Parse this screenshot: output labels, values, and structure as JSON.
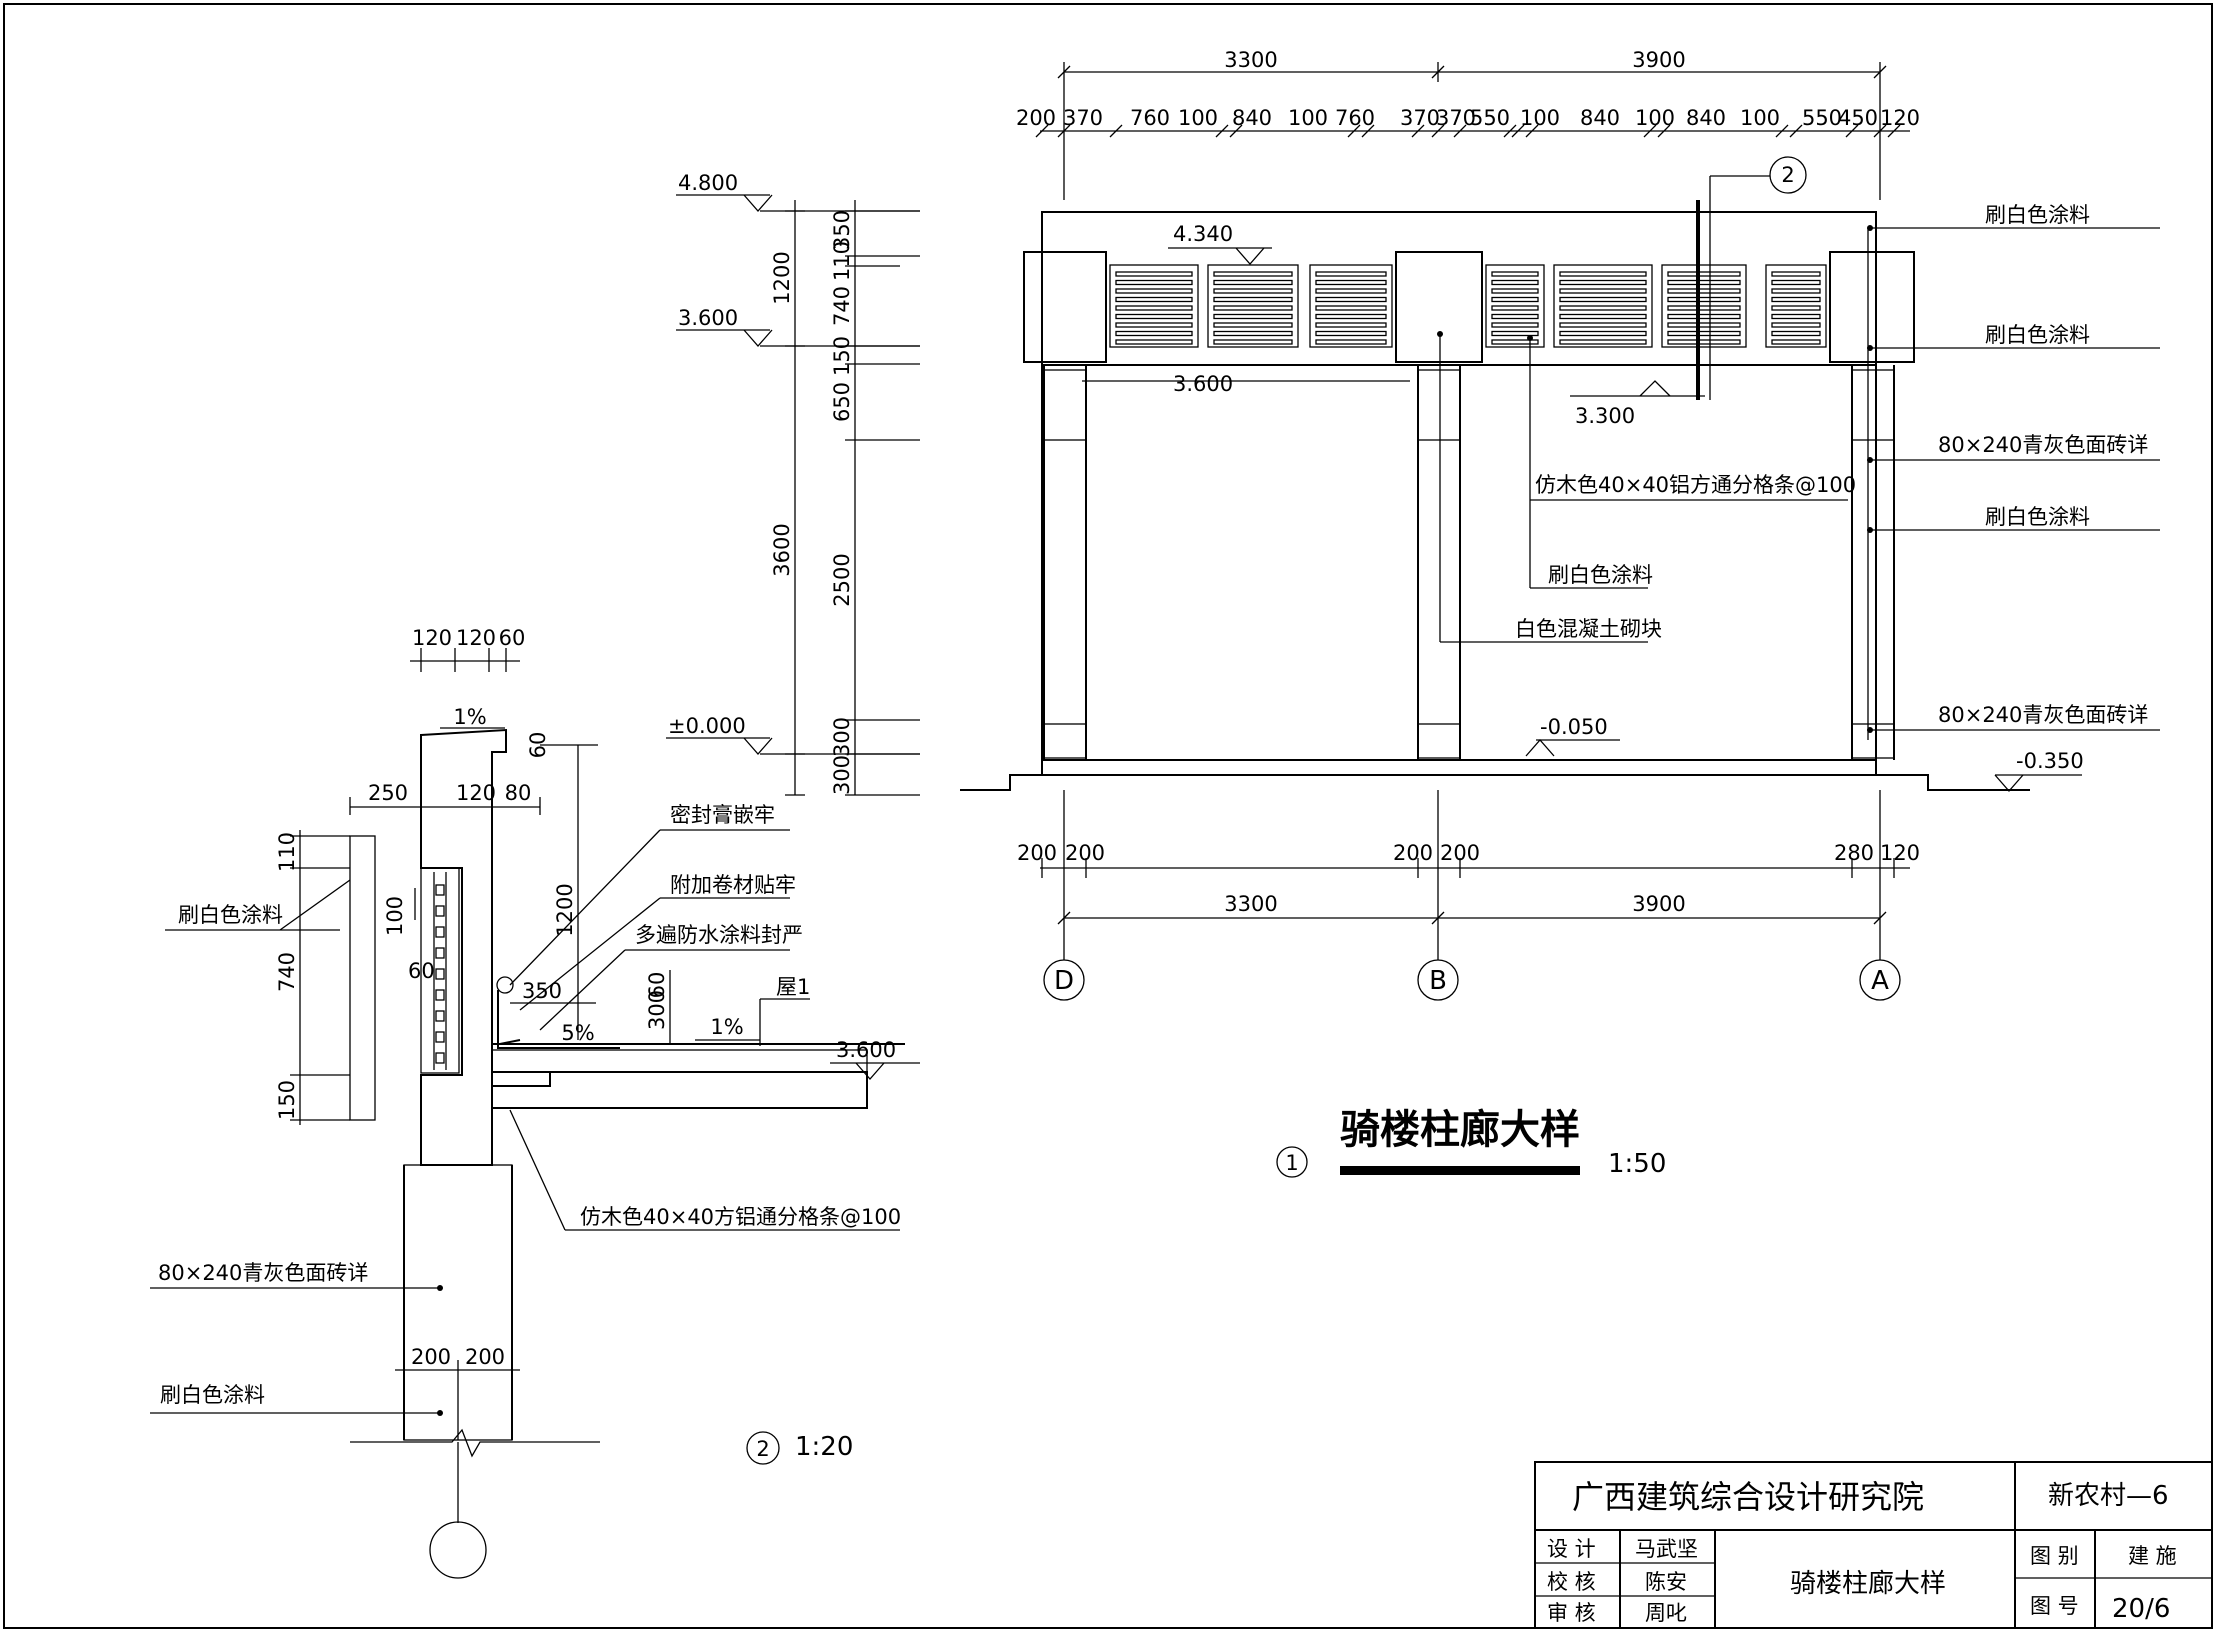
{
  "elevation": {
    "top_dims": [
      "3300",
      "3900"
    ],
    "sub_dims": [
      "200",
      "370",
      "760",
      "100",
      "840",
      "100",
      "760",
      "370",
      "370",
      "550",
      "100",
      "840",
      "100",
      "840",
      "100",
      "550",
      "450",
      "120"
    ],
    "levels": [
      "4.800",
      "3.600",
      "±0.000"
    ],
    "v_dims_outer": [
      "1200",
      "3600",
      "300"
    ],
    "v_dims_inner": [
      "350",
      "110",
      "740",
      "150",
      "650",
      "2500",
      "300",
      "300"
    ],
    "inner_levels": [
      "4.340",
      "3.600",
      "3.300",
      "-0.050",
      "-0.350"
    ],
    "section_marker": "2",
    "notes": {
      "n1": "刷白色涂料",
      "n2": "刷白色涂料",
      "n3": "80×240青灰色面砖详",
      "n4": "刷白色涂料",
      "n5": "80×240青灰色面砖详",
      "grille": "仿木色40×40铝方通分格条@100",
      "paint": "刷白色涂料",
      "block": "白色混凝土砌块"
    },
    "bottom_sub_dims": [
      "200",
      "200",
      "200",
      "200",
      "280",
      "120"
    ],
    "bottom_dims": [
      "3300",
      "3900"
    ],
    "axes": [
      "D",
      "B",
      "A"
    ],
    "title": "骑楼柱廊大样",
    "title_num": "1",
    "scale": "1:50"
  },
  "section": {
    "top_dims": [
      "120",
      "120",
      "60"
    ],
    "slope_top": "1%",
    "dims_mid": [
      "250",
      "120",
      "80"
    ],
    "dim_60": "60",
    "v_dims": [
      "110",
      "100",
      "740",
      "60",
      "150"
    ],
    "dim_1200": "1200",
    "dim_350": "350",
    "dim_300": "300",
    "dim_60b": "60",
    "slope_5": "5%",
    "slope_1": "1%",
    "roof": "屋1",
    "level": "3.600",
    "notes": {
      "seal": "密封膏嵌牢",
      "membrane": "附加卷材贴牢",
      "coating": "多遍防水涂料封严",
      "paint": "刷白色涂料",
      "grille": "仿木色40×40方铝通分格条@100",
      "tile": "80×240青灰色面砖详",
      "paint2": "刷白色涂料"
    },
    "bottom_dims": [
      "200",
      "200"
    ],
    "num": "2",
    "scale": "1:20"
  },
  "title_block": {
    "institute": "广西建筑综合设计研究院",
    "project": "新农村—6",
    "roles": [
      "设 计",
      "校 核",
      "审 核"
    ],
    "names": [
      "马武坚",
      "陈安",
      "周叱"
    ],
    "drawing_name": "骑楼柱廊大样",
    "type_label": "图 别",
    "type_value": "建 施",
    "num_label": "图 号",
    "num_value": "20/6"
  }
}
